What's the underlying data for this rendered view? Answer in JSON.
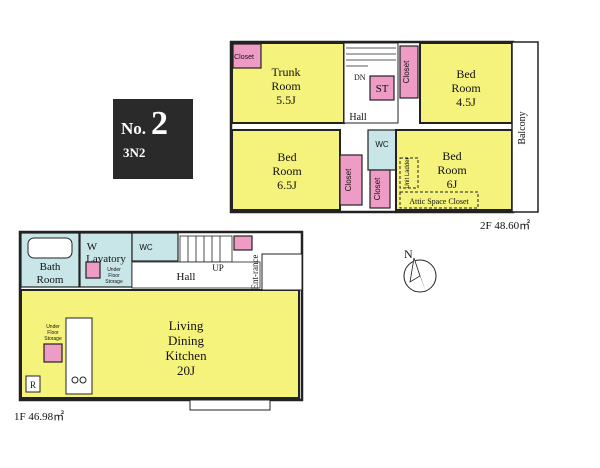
{
  "badge": {
    "no_prefix": "No.",
    "number": "2",
    "code": "3N2"
  },
  "floor2": {
    "area_label": "2F 48.60㎡",
    "rooms": {
      "trunk": {
        "name1": "Trunk",
        "name2": "Room",
        "size": "5.5J"
      },
      "bed_a": {
        "name1": "Bed",
        "name2": "Room",
        "size": "4.5J"
      },
      "bed_b": {
        "name1": "Bed",
        "name2": "Room",
        "size": "6.5J"
      },
      "bed_c": {
        "name1": "Bed",
        "name2": "Room",
        "size": "6J"
      },
      "hall": "Hall",
      "st": "ST",
      "wc": "WC",
      "dn": "DN",
      "balcony": "Balcony",
      "closet": "Closet",
      "attic": "Attic Space Closet",
      "unit_ladder": "Unit Ladder"
    }
  },
  "floor1": {
    "area_label": "1F 46.98㎡",
    "rooms": {
      "ldk1": "Living",
      "ldk2": "Dining",
      "ldk3": "Kitchen",
      "ldk_size": "20J",
      "bath1": "Bath",
      "bath2": "Room",
      "w": "W",
      "lavatory": "Lavatory",
      "wc": "WC",
      "hall": "Hall",
      "up": "UP",
      "entrance": "Ent-rance",
      "under_floor": [
        "Under",
        "Floor",
        "Storage"
      ],
      "r": "R"
    }
  },
  "compass": {
    "north": "N"
  }
}
